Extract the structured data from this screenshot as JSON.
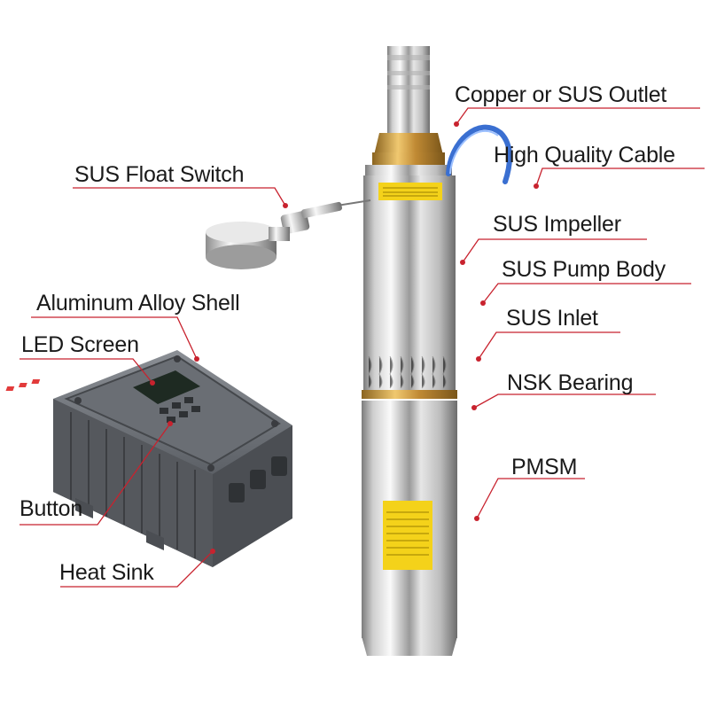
{
  "labels": {
    "outlet": "Copper or SUS Outlet",
    "cable": "High Quality Cable",
    "impeller": "SUS Impeller",
    "pump_body": "SUS Pump Body",
    "inlet": "SUS Inlet",
    "bearing": "NSK Bearing",
    "motor": "PMSM",
    "float_switch": "SUS Float Switch",
    "shell": "Aluminum Alloy Shell",
    "led_screen": "LED Screen",
    "button": "Button",
    "heat_sink": "Heat Sink"
  },
  "colors": {
    "leader_line": "#c8222e",
    "steel_light": "#f2f2f2",
    "steel_dark": "#8a8a8a",
    "brass": "#c99a3c",
    "warning_label": "#f4d21a",
    "controller_body": "#5b5e63",
    "cable": "#3a6fd1"
  }
}
